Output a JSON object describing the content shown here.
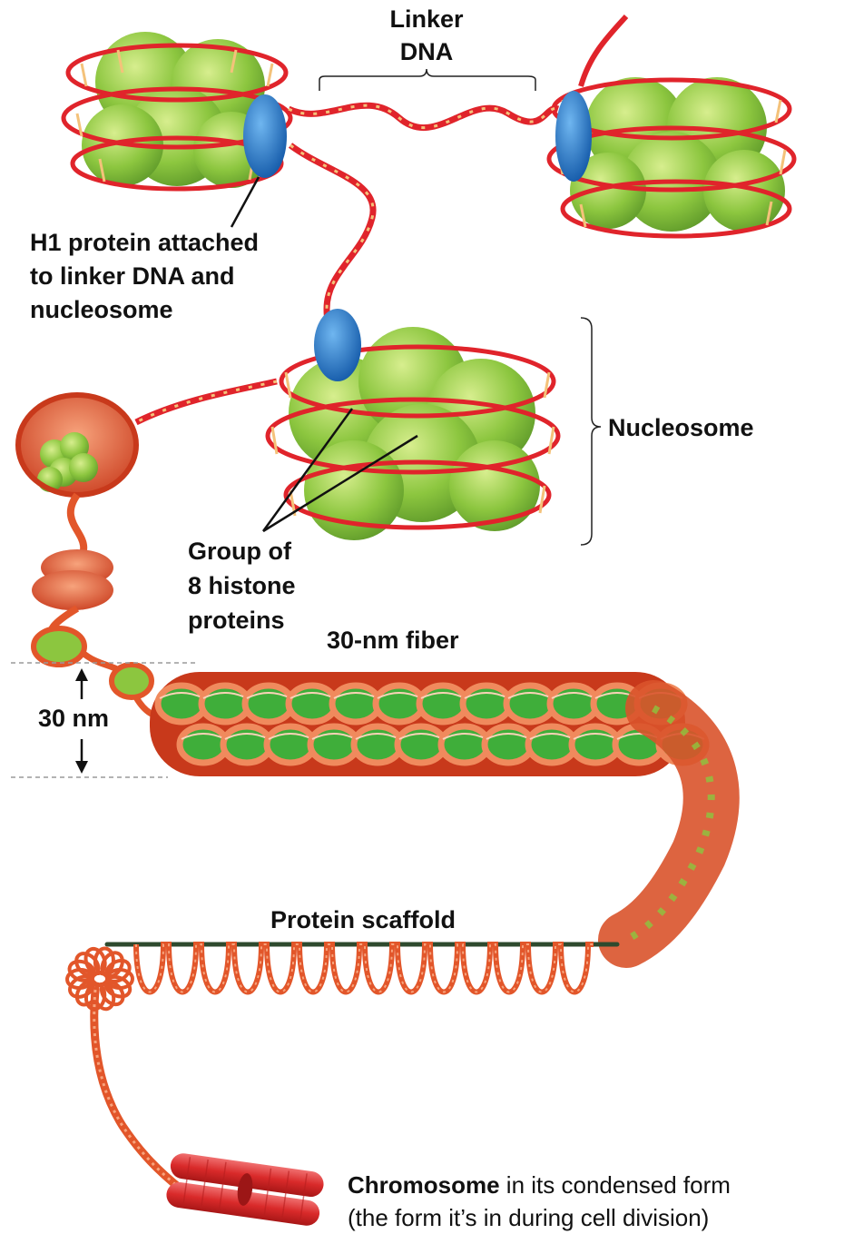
{
  "labels": {
    "linker_dna_line1": "Linker",
    "linker_dna_line2": "DNA",
    "h1_line1": "H1 protein attached",
    "h1_line2": "to linker DNA and",
    "h1_line3": "nucleosome",
    "nucleosome": "Nucleosome",
    "histone_line1": "Group of",
    "histone_line2": "8 histone",
    "histone_line3": "proteins",
    "fiber_30nm": "30-nm fiber",
    "scale_30nm": "30 nm",
    "protein_scaffold": "Protein scaffold",
    "chromosome_bold": "Chromosome",
    "chromosome_rest": " in its condensed form",
    "chromosome_line2": "(the form it’s in during cell division)"
  },
  "colors": {
    "dna_red": "#e0242b",
    "dna_rung": "#f4c27a",
    "histone_green": "#8cc63f",
    "histone_light": "#c4e07a",
    "h1_blue": "#1f78c8",
    "fiber_orange": "#e2562a",
    "scaffold_dark": "#2e4a2e",
    "chromosome_red": "#e23a3a"
  }
}
